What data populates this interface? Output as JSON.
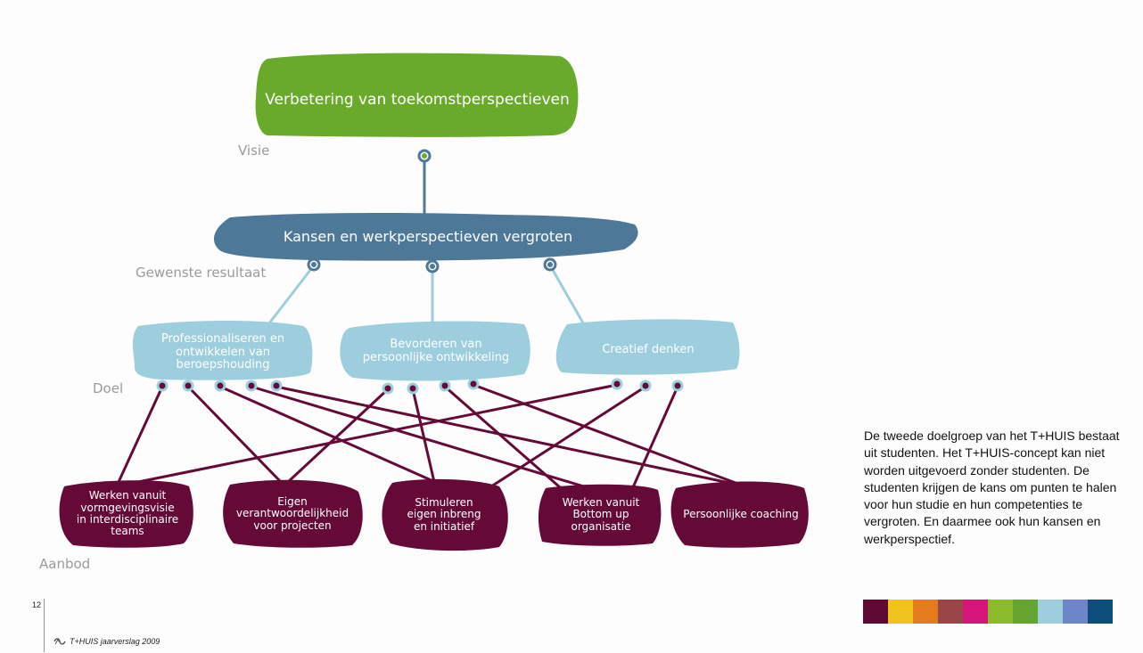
{
  "diagram": {
    "visie": {
      "label": "Visie",
      "text": "Verbetering van toekomstperspectieven"
    },
    "resultaat": {
      "label": "Gewenste resultaat",
      "text": "Kansen en werkperspectieven vergroten"
    },
    "doel": {
      "label": "Doel",
      "items": [
        {
          "text": "Professionaliseren en\nontwikkelen van\nberoepshouding"
        },
        {
          "text": "Bevorderen van\npersoonlijke ontwikkeling"
        },
        {
          "text": "Creatief denken"
        }
      ]
    },
    "aanbod": {
      "label": "Aanbod",
      "items": [
        {
          "text": "Werken vanuit\nvormgevingsvisie\nin interdisciplinaire\nteams"
        },
        {
          "text": "Eigen\nverantwoordelijkheid\nvoor projecten"
        },
        {
          "text": "Stimuleren\neigen inbreng\nen initiatief"
        },
        {
          "text": "Werken vanuit\nBottom up\norganisatie"
        },
        {
          "text": "Persoonlijke coaching"
        }
      ]
    },
    "colors": {
      "visie": "#6aaa2a",
      "resultaat": "#4e7898",
      "doel": "#9ccede",
      "aanbod": "#650a36"
    }
  },
  "paragraph": "De tweede doelgroep van het T+HUIS bestaat uit studenten. Het T+HUIS-concept kan niet worden uitgevoerd zonder studenten. De studenten krijgen de kans om punten te halen voor hun studie en hun competenties te vergroten. En daarmee ook hun kansen en werkperspectief.",
  "palette": [
    "#5e0a33",
    "#efc21c",
    "#e47b1c",
    "#9a4648",
    "#d4167a",
    "#8bbb2a",
    "#63a52e",
    "#9ccede",
    "#6d86c8",
    "#0e4e7a"
  ],
  "footer": {
    "page_number": "12",
    "text": "T+HUIS jaarverslag 2009",
    "logo_icon": "thuis-logo-icon"
  }
}
